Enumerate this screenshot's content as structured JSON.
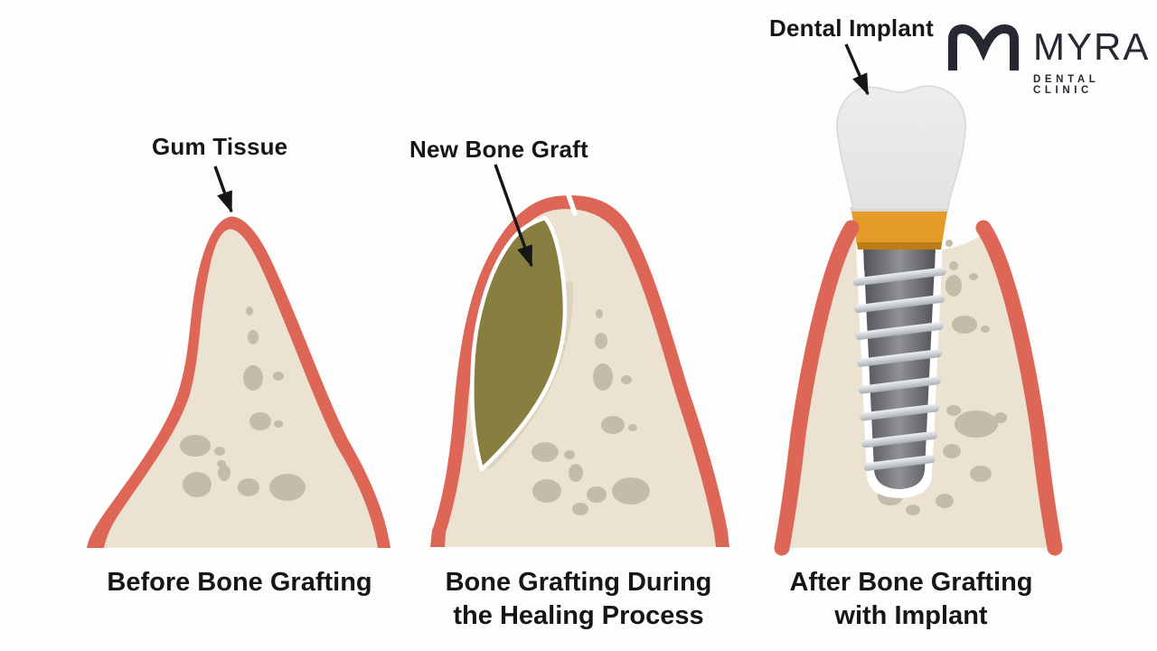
{
  "logo": {
    "brand": "MYRA",
    "tagline": "DENTAL CLINIC",
    "icon": "tooth-m-monogram"
  },
  "panels": [
    {
      "id": "before-bone-grafting",
      "label": "Gum Tissue",
      "caption": [
        "Before Bone Grafting"
      ],
      "illustration": "narrow-resorbed-bone-ridge"
    },
    {
      "id": "during-healing",
      "label": "New Bone Graft",
      "caption": [
        "Bone Grafting During",
        "the Healing Process"
      ],
      "illustration": "ridge-with-bone-graft"
    },
    {
      "id": "after-with-implant",
      "label": "Dental Implant",
      "caption": [
        "After Bone Grafting",
        "with Implant"
      ],
      "illustration": "ridge-with-dental-implant"
    }
  ],
  "colors": {
    "bg": "#fdfdfd",
    "text": "#161616",
    "white": "#ffffff",
    "gum": "#dd6656",
    "bone": "#ece2d2",
    "spot": "#c5bbaa",
    "graft": "#877e3f",
    "shadow_cream": "#dbcebb",
    "crown": "#ededec",
    "crown_shade": "#e2e2e0",
    "crown_edge": "#d7d7d5",
    "abutment": "#e49b28",
    "abutment_dark": "#bb7d18",
    "metal_dark": "#3e3f44",
    "metal_deep": "#515257",
    "metal_mid": "#8f9196",
    "thread_light": "#eef1f3",
    "thread_dark": "#a9afb4",
    "logo_ink": "#262932"
  }
}
